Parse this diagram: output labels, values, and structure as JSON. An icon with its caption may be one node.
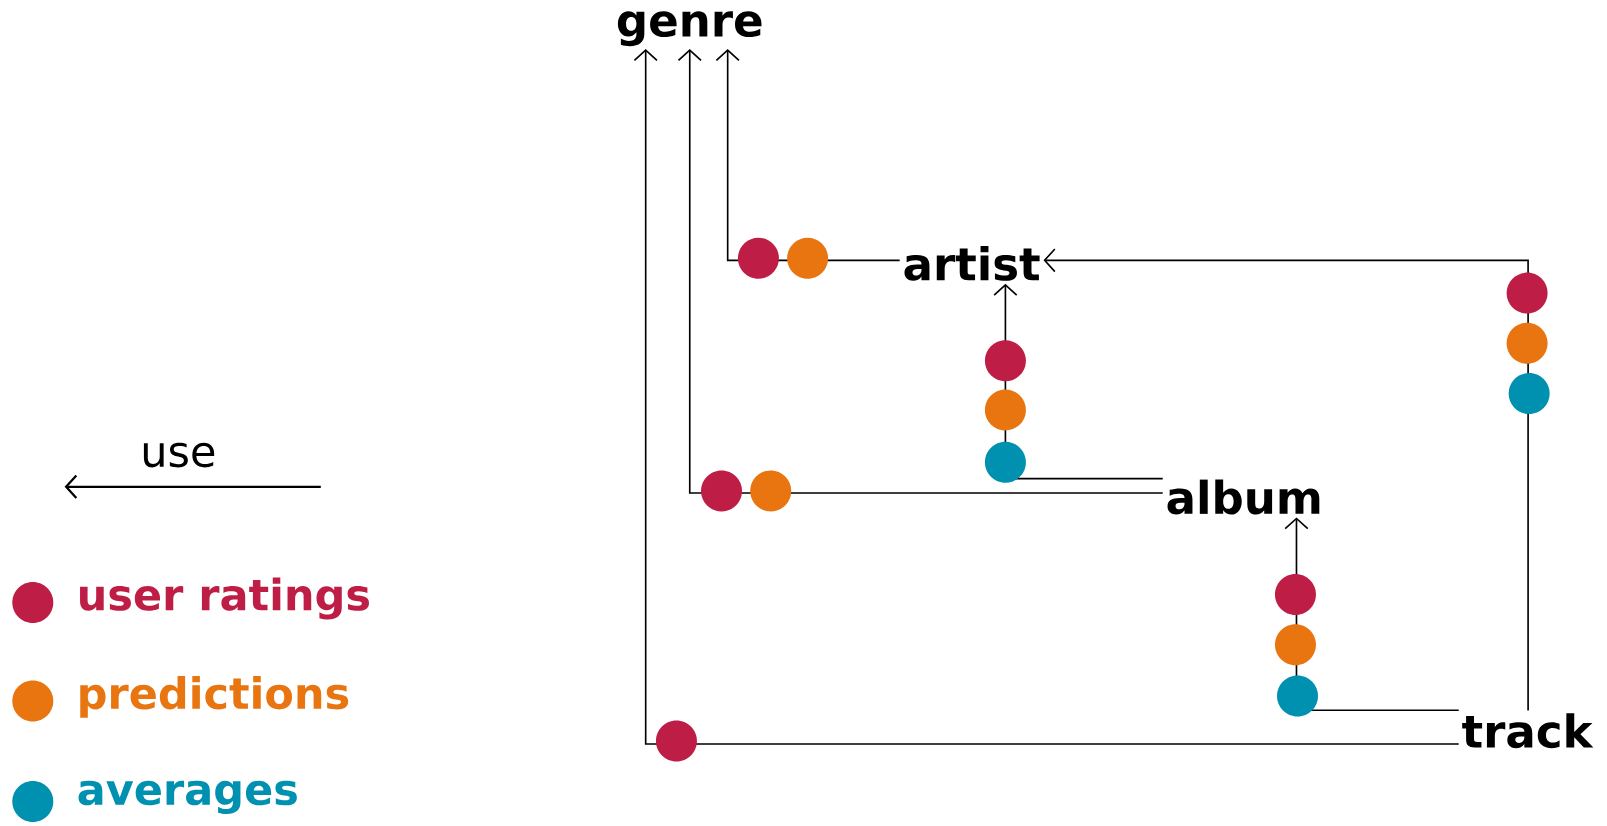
{
  "diagram": {
    "nodes": [
      {
        "text": [
          "genre"
        ]
      },
      {
        "text": [
          "artist"
        ]
      },
      {
        "text": [
          "album"
        ]
      },
      {
        "text": [
          "track"
        ]
      }
    ],
    "edges": [
      {
        "from": 1,
        "to": 0,
        "arrow": "to"
      },
      {
        "from": 2,
        "to": 0,
        "arrow": "to"
      },
      {
        "from": 3,
        "to": 0,
        "arrow": "to"
      },
      {
        "from": 2,
        "to": 1,
        "arrow": "to"
      },
      {
        "from": 3,
        "to": 1,
        "arrow": "to"
      },
      {
        "from": 3,
        "to": 2,
        "arrow": "to"
      }
    ],
    "legend": [
      {
        "text": "use"
      },
      {
        "text": "user ratings",
        "color": "#be1e45"
      },
      {
        "text": "predictions",
        "color": "#e87510"
      },
      {
        "text": "averages",
        "color": "#0090b0"
      }
    ]
  }
}
